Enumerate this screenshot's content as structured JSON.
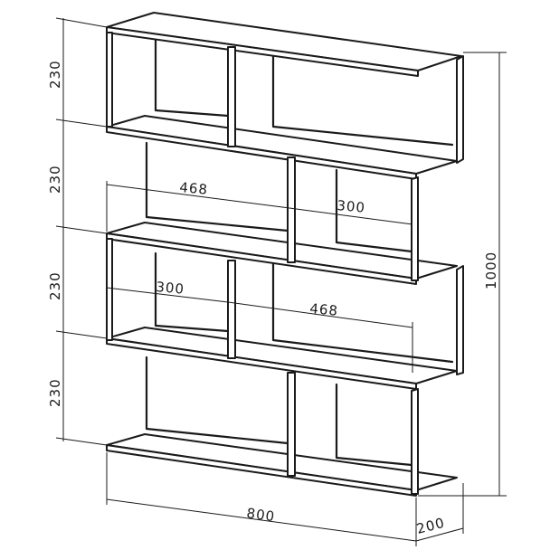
{
  "dimensions": {
    "section_height_1": "230",
    "section_height_2": "230",
    "section_height_3": "230",
    "section_height_4": "230",
    "total_height": "1000",
    "total_width": "800",
    "depth": "200",
    "compartment_2_left": "468",
    "compartment_2_right": "300",
    "compartment_3_left": "300",
    "compartment_3_right": "468"
  }
}
